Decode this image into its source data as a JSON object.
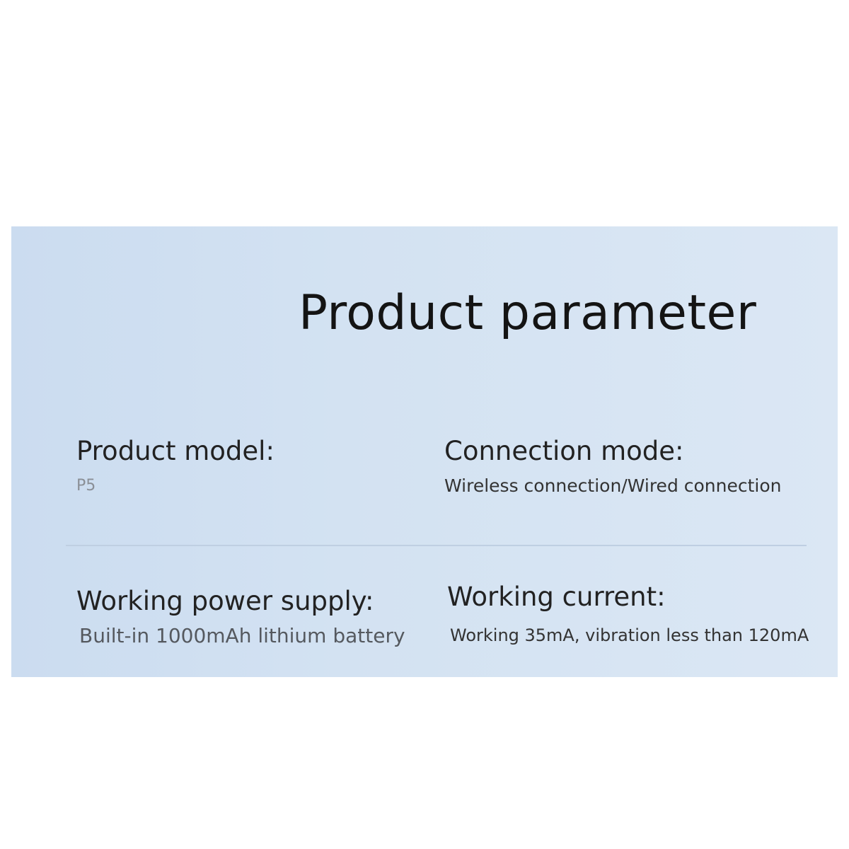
{
  "title": "Product parameter",
  "colors": {
    "panel_background": "#d3e2f2",
    "text_primary": "#222222",
    "text_muted": "#8a8f96"
  },
  "params": [
    {
      "label": "Product model:",
      "value": "P5"
    },
    {
      "label": "Connection mode:",
      "value": "Wireless connection/Wired connection"
    },
    {
      "label": "Working power supply:",
      "value": "Built-in 1000mAh lithium battery"
    },
    {
      "label": "Working current:",
      "value": "Working 35mA, vibration less than 120mA"
    }
  ]
}
